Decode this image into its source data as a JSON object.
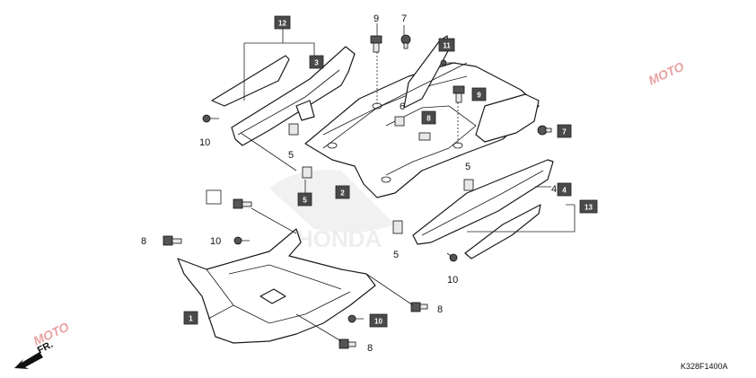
{
  "diagram": {
    "code": "K328F1400A",
    "direction_label": "FR.",
    "watermark_text": "MOTO",
    "hub_brand_text": "HONDA",
    "boxed_callouts": [
      {
        "id": "c1",
        "text": "1"
      },
      {
        "id": "c2",
        "text": "2"
      },
      {
        "id": "c3",
        "text": "3"
      },
      {
        "id": "c4",
        "text": "4"
      },
      {
        "id": "c5a",
        "text": "5"
      },
      {
        "id": "c7",
        "text": "7"
      },
      {
        "id": "c8",
        "text": "8"
      },
      {
        "id": "c9",
        "text": "9"
      },
      {
        "id": "c10",
        "text": "10"
      },
      {
        "id": "c11",
        "text": "11"
      },
      {
        "id": "c12",
        "text": "12"
      },
      {
        "id": "c13",
        "text": "13"
      }
    ],
    "plain_callouts": [
      {
        "id": "p9",
        "text": "9"
      },
      {
        "id": "p7",
        "text": "7"
      },
      {
        "id": "p6",
        "text": "6"
      },
      {
        "id": "p10a",
        "text": "10"
      },
      {
        "id": "p5a",
        "text": "5"
      },
      {
        "id": "p5b",
        "text": "5"
      },
      {
        "id": "p4",
        "text": "4"
      },
      {
        "id": "p5c",
        "text": "5"
      },
      {
        "id": "p8a",
        "text": "8"
      },
      {
        "id": "p10b",
        "text": "10"
      },
      {
        "id": "p10c",
        "text": "10"
      },
      {
        "id": "p8b",
        "text": "8"
      },
      {
        "id": "p8c",
        "text": "8"
      }
    ]
  }
}
